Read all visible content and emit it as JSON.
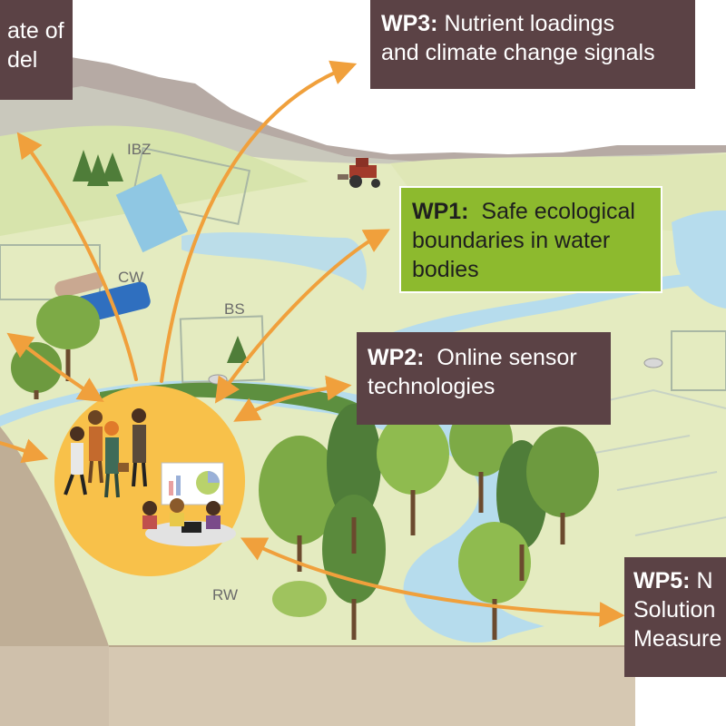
{
  "boxes": {
    "wp_topleft": {
      "line1": "ate of",
      "line2": "del"
    },
    "wp3": {
      "code": "WP3:",
      "line1": "Nutrient loadings",
      "line2": "and climate change signals"
    },
    "wp1": {
      "code": "WP1:",
      "line1": "Safe ecological",
      "line2": "boundaries in water",
      "line3": "bodies"
    },
    "wp2": {
      "code": "WP2:",
      "line1": "Online sensor",
      "line2": "technologies"
    },
    "wp5": {
      "code": "WP5:",
      "line1": "N",
      "line2": "Solution",
      "line3": "Measure"
    }
  },
  "site_labels": {
    "ibz": "IBZ",
    "cw": "CW",
    "bs": "BS",
    "rw": "RW"
  },
  "colors": {
    "arrow": "#f0a03c",
    "box_brown": "#5b4245",
    "box_green": "#8dba2e",
    "land": "#e4ebc0",
    "water": "#b6dced",
    "hub": "#f8c14a",
    "tree": "#6fa14a"
  }
}
